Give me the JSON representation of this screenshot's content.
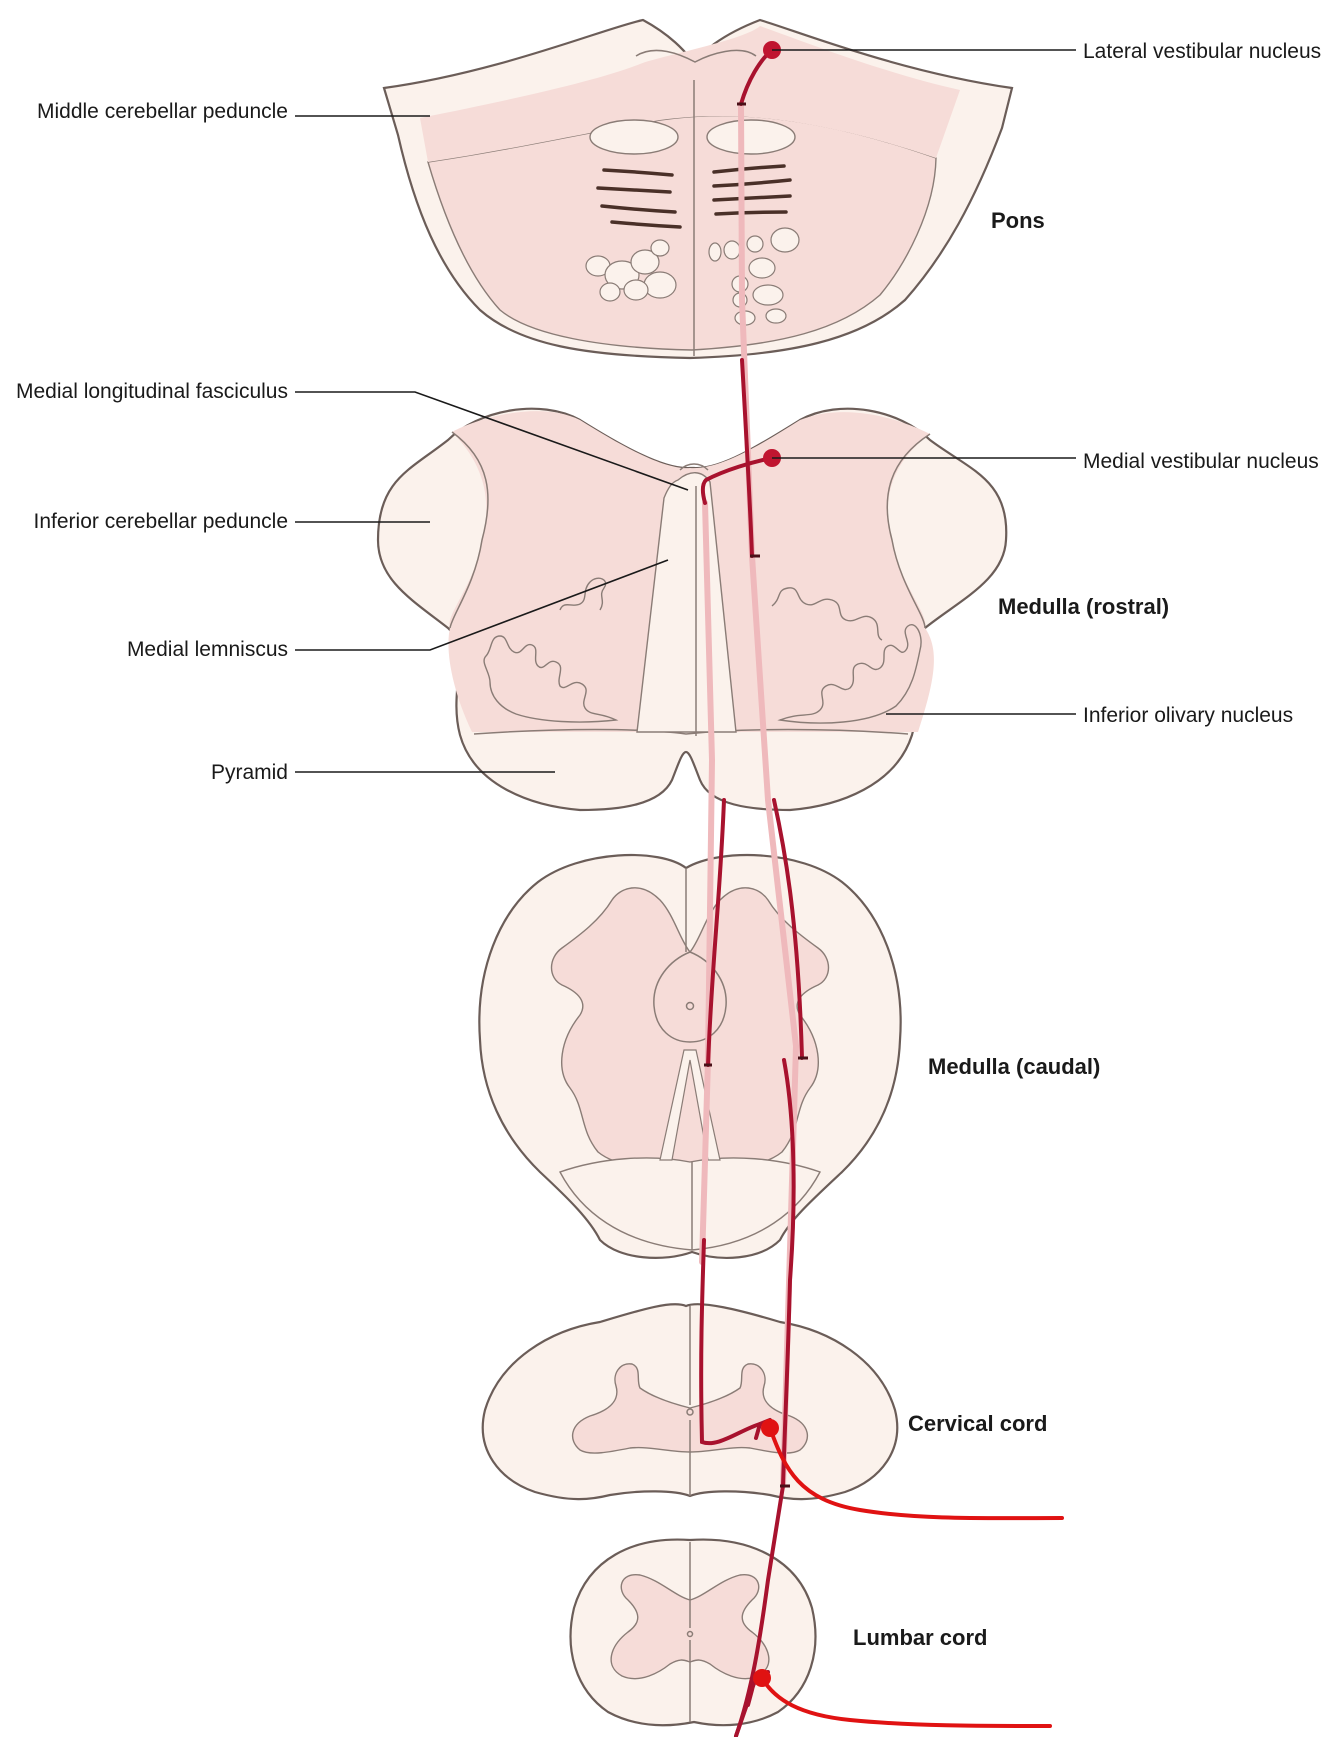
{
  "labels": {
    "middle_cerebellar_peduncle": "Middle cerebellar peduncle",
    "medial_longitudinal_fasciculus": "Medial longitudinal fasciculus",
    "inferior_cerebellar_peduncle": "Inferior cerebellar peduncle",
    "medial_lemniscus": "Medial lemniscus",
    "pyramid": "Pyramid",
    "lateral_vestibular_nucleus": "Lateral vestibular nucleus",
    "medial_vestibular_nucleus": "Medial vestibular nucleus",
    "inferior_olivary_nucleus": "Inferior olivary nucleus"
  },
  "sections": {
    "pons": "Pons",
    "medulla_rostral": "Medulla (rostral)",
    "medulla_caudal": "Medulla (caudal)",
    "cervical_cord": "Cervical cord",
    "lumbar_cord": "Lumbar cord"
  },
  "colors": {
    "background": "#ffffff",
    "white_matter": "#fbf2ec",
    "grey_matter": "#f6dcd8",
    "outline": "#6b5d58",
    "tract_dark": "#a8122e",
    "tract_faded": "#efb9bc",
    "motor_nerve": "#e01212"
  }
}
